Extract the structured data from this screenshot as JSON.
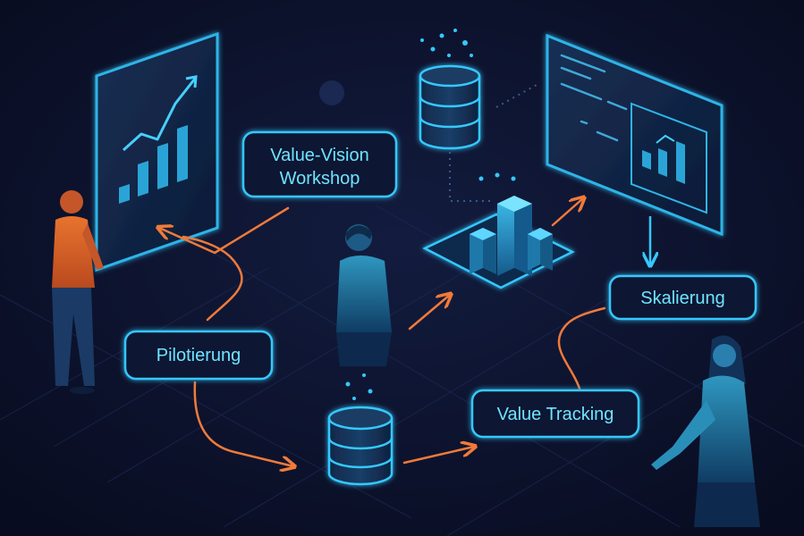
{
  "labels": {
    "value_vision_line1": "Value-Vision",
    "value_vision_line2": "Workshop",
    "pilotierung": "Pilotierung",
    "value_tracking": "Value Tracking",
    "skalierung": "Skalierung"
  },
  "colors": {
    "background": "#0b1027",
    "neon_cyan": "#35c8ff",
    "label_text": "#6fe3ff",
    "arrow_orange": "#f07a3a",
    "person_orange": "#e26a2c",
    "person_teal": "#2a8fb8"
  },
  "icons": {
    "chart_board": "bar-chart-growth-icon",
    "database": "database-cylinder-icon",
    "city": "isometric-city-icon",
    "dashboard": "dashboard-screen-icon",
    "people": "person-icon"
  }
}
